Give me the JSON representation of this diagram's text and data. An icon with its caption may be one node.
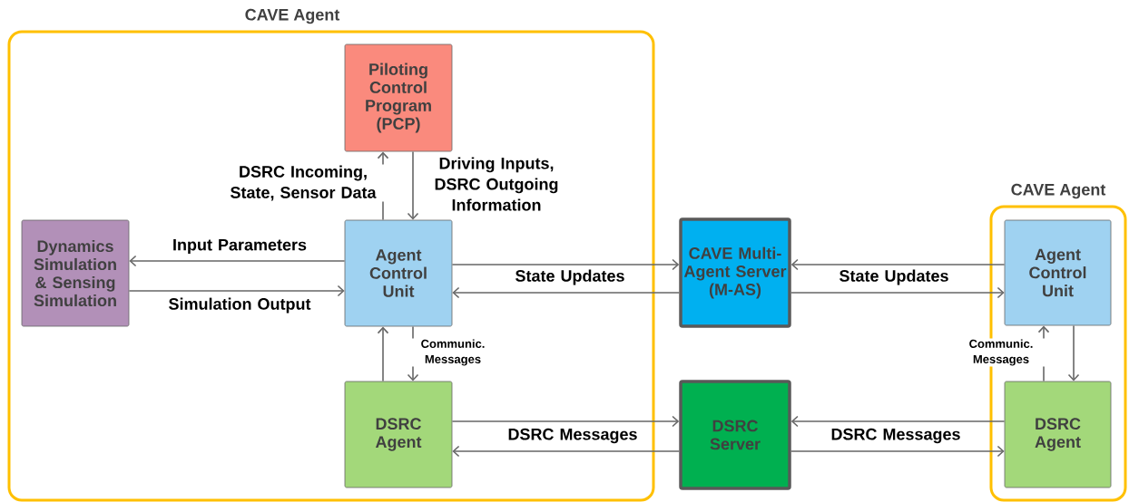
{
  "diagram": {
    "nodes": [
      {
        "text": [
          "CAVE Agent"
        ]
      },
      {
        "text": [
          "Piloting Control Program (PCP)"
        ],
        "in": 0
      },
      {
        "text": [
          "Dynamics Simulation & Sensing Simulation"
        ],
        "in": 0
      },
      {
        "text": [
          "Agent Control Unit"
        ],
        "in": 0
      },
      {
        "text": [
          "DSRC Agent"
        ],
        "in": 0
      },
      {
        "text": [
          "CAVE Multi-Agent Server (M-AS)"
        ]
      },
      {
        "text": [
          "DSRC Server"
        ]
      },
      {
        "text": [
          "CAVE Agent"
        ]
      },
      {
        "text": [
          "Agent Control Unit"
        ],
        "in": 7
      },
      {
        "text": [
          "DSRC Agent"
        ],
        "in": 7
      }
    ],
    "edges": [
      {
        "from": 3,
        "to": 1,
        "arrow": "to",
        "label": "DSRC Incoming, State, Sensor Data"
      },
      {
        "from": 1,
        "to": 3,
        "arrow": "to",
        "label": "Driving Inputs, DSRC Outgoing Information"
      },
      {
        "from": 3,
        "to": 2,
        "arrow": "to",
        "label": "Input Parameters"
      },
      {
        "from": 2,
        "to": 3,
        "arrow": "to",
        "label": "Simulation Output"
      },
      {
        "from": 3,
        "to": 5,
        "arrow": "to",
        "label": "State Updates"
      },
      {
        "from": 5,
        "to": 3,
        "arrow": "to"
      },
      {
        "from": 8,
        "to": 5,
        "arrow": "to",
        "label": "State Updates"
      },
      {
        "from": 5,
        "to": 8,
        "arrow": "to"
      },
      {
        "from": 4,
        "to": 6,
        "arrow": "to",
        "label": "DSRC Messages"
      },
      {
        "from": 6,
        "to": 4,
        "arrow": "to"
      },
      {
        "from": 9,
        "to": 6,
        "arrow": "to",
        "label": "DSRC Messages"
      },
      {
        "from": 6,
        "to": 9,
        "arrow": "to"
      },
      {
        "from": 4,
        "to": 3,
        "arrow": "to"
      },
      {
        "from": 3,
        "to": 4,
        "arrow": "to",
        "label": "Communic. Messages"
      },
      {
        "from": 9,
        "to": 8,
        "arrow": "to",
        "label": "Communic. Messages"
      },
      {
        "from": 8,
        "to": 9,
        "arrow": "to"
      }
    ]
  }
}
